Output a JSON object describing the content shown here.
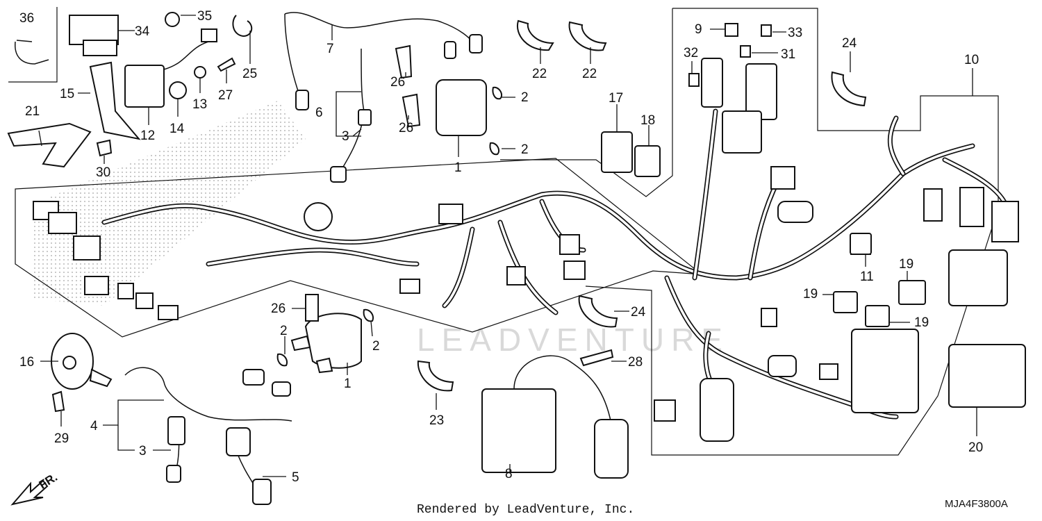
{
  "diagram": {
    "watermark": "LEADVENTURE",
    "footer": "Rendered by LeadVenture, Inc.",
    "code": "MJA4F3800A",
    "direction": "FR.",
    "callouts": [
      "36",
      "34",
      "35",
      "25",
      "7",
      "22",
      "22",
      "9",
      "33",
      "31",
      "32",
      "24",
      "10",
      "15",
      "12",
      "14",
      "13",
      "27",
      "26",
      "26",
      "6",
      "3",
      "2",
      "2",
      "1",
      "17",
      "18",
      "21",
      "30",
      "11",
      "19",
      "19",
      "19",
      "26",
      "2",
      "2",
      "1",
      "24",
      "16",
      "28",
      "4",
      "3",
      "29",
      "23",
      "5",
      "8",
      "20"
    ]
  }
}
